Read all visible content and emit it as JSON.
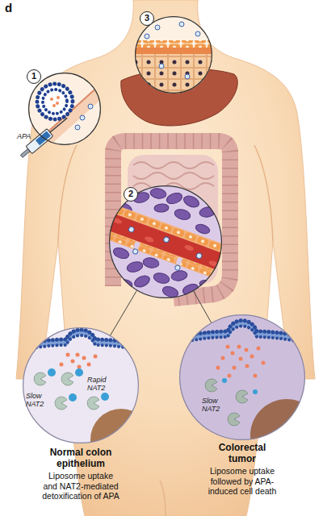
{
  "diagram": {
    "nodes": [
      {
        "text": [
          "1",
          "APA"
        ]
      },
      {
        "text": [
          "3"
        ]
      },
      {
        "text": [
          "2"
        ]
      },
      {
        "text": [
          "Slow NAT2",
          "Rapid NAT2",
          "Normal colon epithelium",
          "Liposome uptake and NAT2-mediated detoxification of APA"
        ]
      },
      {
        "text": [
          "Slow NAT2",
          "Colorectal tumor",
          "Liposome uptake followed by APA-induced cell death"
        ]
      }
    ],
    "edges": [
      {
        "from": 2,
        "to": 3,
        "arrow": "none"
      },
      {
        "from": 2,
        "to": 4,
        "arrow": "none"
      }
    ],
    "labels": [
      "d"
    ]
  }
}
